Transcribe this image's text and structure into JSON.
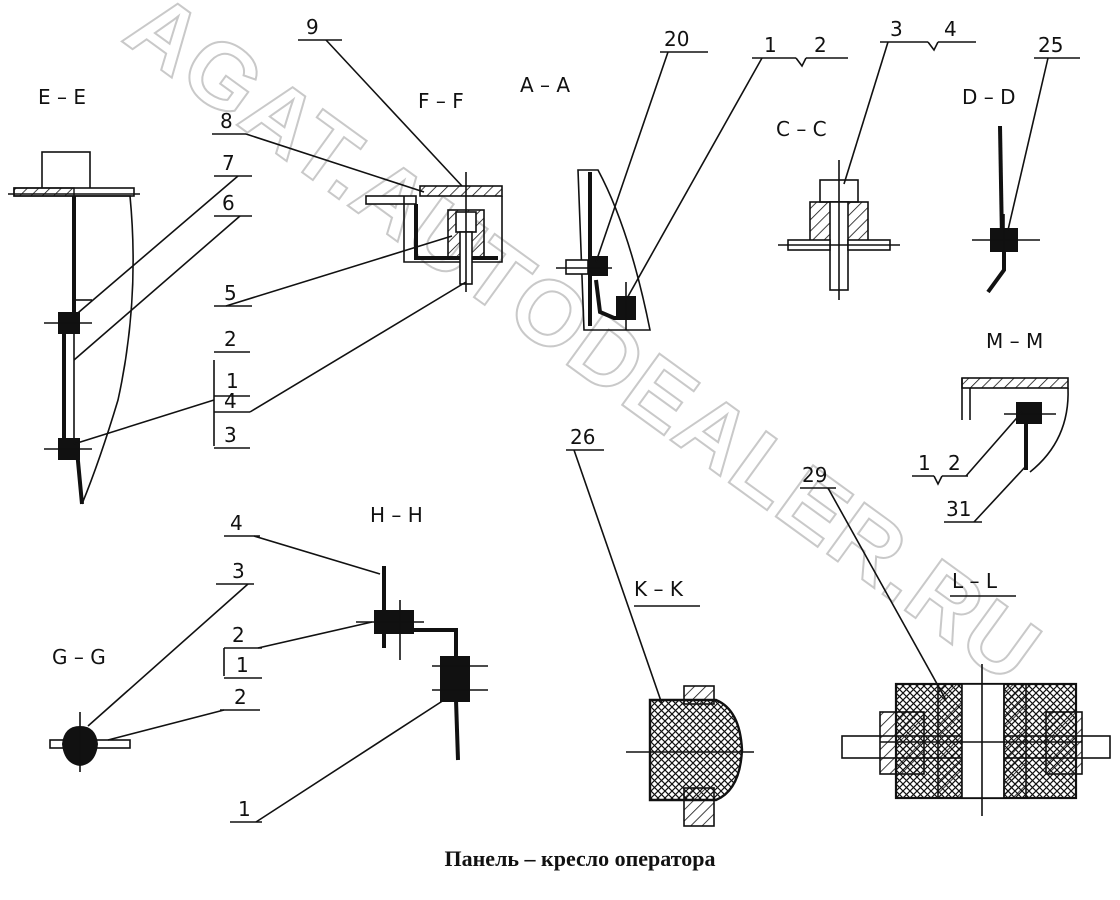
{
  "watermark": "AGAT.AUTODEALER.RU",
  "caption": "Панель – кресло оператора",
  "views": {
    "ee": "E – E",
    "ff": "F – F",
    "aa": "A – A",
    "cc": "C – C",
    "dd": "D – D",
    "mm": "M – M",
    "hh": "H – H",
    "gg": "G – G",
    "kk": "K – K",
    "ll": "L – L"
  },
  "callouts": {
    "ff_9": "9",
    "aa_20": "20",
    "aa_1": "1",
    "aa_2": "2",
    "cc_3": "3",
    "cc_4": "4",
    "dd_25": "25",
    "ff_8": "8",
    "ee_7": "7",
    "ee_6": "6",
    "ff_5": "5",
    "ee_2": "2",
    "ee_1": "1",
    "ff_4": "4",
    "ff_3": "3",
    "mm_1": "1",
    "mm_2": "2",
    "mm_31": "31",
    "kk_26": "26",
    "ll_29": "29",
    "hh_4": "4",
    "gg_3": "3",
    "hh_2": "2",
    "hh_1": "1",
    "gg_2": "2",
    "hh_1b": "1"
  }
}
